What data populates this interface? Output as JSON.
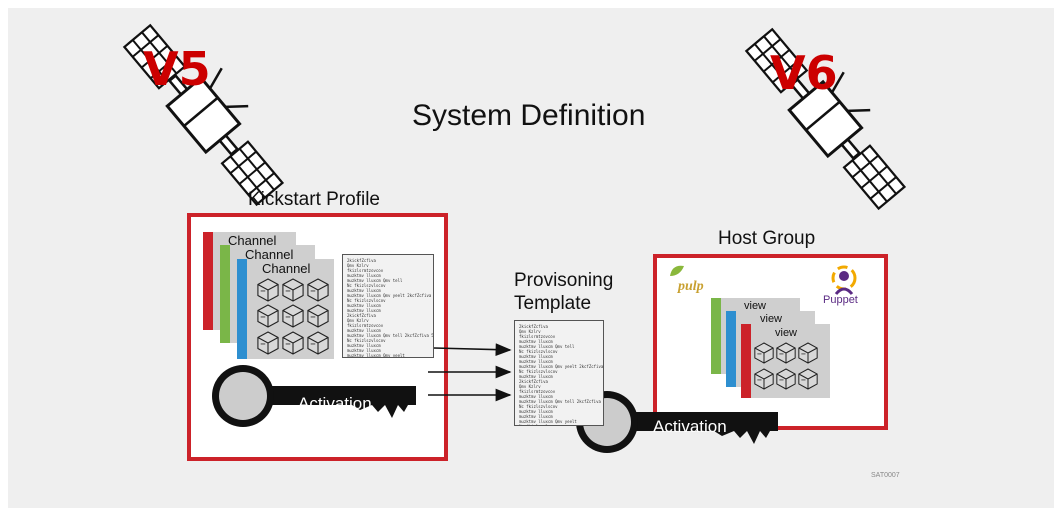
{
  "title": "System Definition",
  "v5_label": "V5",
  "v6_label": "V6",
  "kickstart_profile_label": "Kickstart Profile",
  "channels": [
    "Channel",
    "Channel",
    "Channel"
  ],
  "provisioning_template_label_line1": "Provisoning",
  "provisioning_template_label_line2": "Template",
  "host_group_label": "Host Group",
  "views": [
    "view",
    "view",
    "view"
  ],
  "activation_key_label": "Activation",
  "host_activation_key_label": "Activation",
  "puppet_logo_text": "Puppet",
  "pulp_logo_text": "pulp",
  "slide_code": "SAT0007",
  "kickstart_doc_text": "2kickfZcfiva\nQmv Kzlrv\nfkizlsrmtzovcov\nmuzktmv lluxcm\nmuzktmv lluxcm Qmv tell\nNc fkizlszvlscov\nmuzktmv lluxcm\nmuzktmv lluxcm Qmv yeelt 2kcfZcfiva\nNc fkizlszvlscov\nmuzktmv lluxcm\nmuzktmv lluxcm\n2kickfZcfiva\nQmv Kzlrv\nfkizlsrmtzovcov\nmuzktmv lluxcm\nmuzktmv lluxcm Qmv tell 2kcfZcfiva 5c\nNc fkizlszvlscov\nmuzktmv lluxcm\nmuzktmv lluxcm\nmuzktmv lluxcm Qmv yeelt\nNc fkizlszvlscov\n\nmuzktmv lluxcm\nmuzktmv lluxcm\nmuzktmv lluxcm Qmv yeelt\nNc fkizlszvlscov muzktmv lluxcm",
  "template_doc_text": "2kickfZcfiva\nQmv Kzlrv\nfkizlsrmtzovcov\nmuzktmv lluxcm\nmuzktmv lluxcm Qmv tell\nNc fkizlszvlscov\nmuzktmv lluxcm\nmuzktmv lluxcm\nmuzktmv lluxcm Qmv yeelt 2kcfZcfiva\nNc fkizlszvlscov\nmuzktmv lluxcm\n2kickfZcfiva\nQmv Kzlrv\nfkizlsrmtzovcov\nmuzktmv lluxcm\nmuzktmv lluxcm Qmv tell 2kcfZcfiva 5c\nNc fkizlszvlscov\nmuzktmv lluxcm\nmuzktmv lluxcm\nmuzktmv lluxcm Qmv yeelt\nNc fkizlszvlscov\n\nmuzktmv lluxcm\nmuzktmv lluxcm\nmuzktmv lluxcm\nmuzktmv lluxcm Qmv yeelt\nNc fkizlszvlscov muzktmv lluxcm",
  "colors": {
    "background": "#efefef",
    "frame_red": "#cc2229",
    "version_red": "#cc0000",
    "strip_red": "#cc2229",
    "strip_green": "#7ab648",
    "strip_blue": "#2e8fd0",
    "card_gray": "#cfcfcf",
    "key_black": "#111111",
    "key_head_gray": "#cccccc"
  },
  "icons": [
    "satellite-icon",
    "package-cube-icon",
    "activation-key-icon",
    "puppet-logo-icon",
    "pulp-logo-icon",
    "arrow-icon"
  ]
}
